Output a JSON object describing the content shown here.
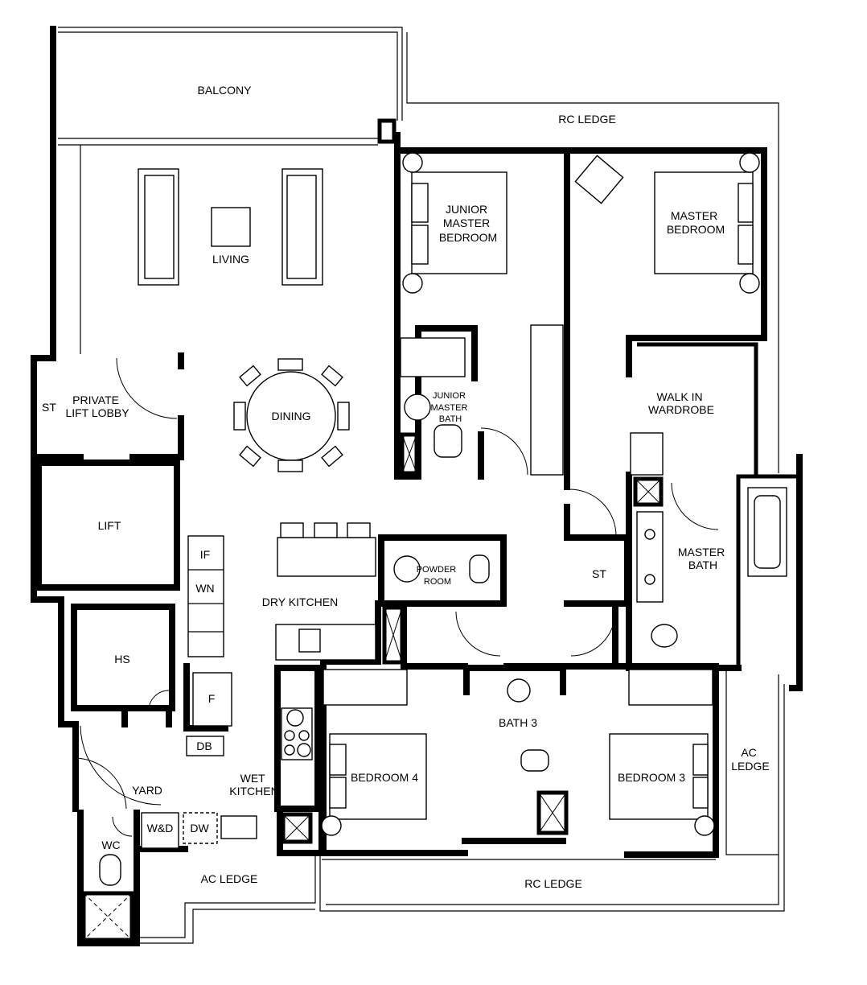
{
  "plan": {
    "rooms": {
      "balcony": "BALCONY",
      "rc_ledge_top": "RC LEDGE",
      "junior_master_bedroom": [
        "JUNIOR",
        "MASTER",
        "BEDROOM"
      ],
      "master_bedroom": [
        "MASTER",
        "BEDROOM"
      ],
      "living": "LIVING",
      "dining": "DINING",
      "private_lift_lobby": [
        "PRIVATE",
        "LIFT LOBBY"
      ],
      "st_lobby": "ST",
      "lift": "LIFT",
      "if": "IF",
      "wn": "WN",
      "dry_kitchen": "DRY KITCHEN",
      "powder_room": [
        "POWDER",
        "ROOM"
      ],
      "junior_master_bath": [
        "JUNIOR",
        "MASTER",
        "BATH"
      ],
      "walk_in_wardrobe": [
        "WALK IN",
        "WARDROBE"
      ],
      "master_bath": [
        "MASTER",
        "BATH"
      ],
      "st_corridor": "ST",
      "hs": "HS",
      "f": "F",
      "db": "DB",
      "bath_3": "BATH 3",
      "bedroom_4": "BEDROOM 4",
      "bedroom_3": "BEDROOM 3",
      "ac_ledge_right": [
        "AC",
        "LEDGE"
      ],
      "wet_kitchen": [
        "WET",
        "KITCHEN"
      ],
      "yard": "YARD",
      "wd": "W&D",
      "dw": "DW",
      "wc": "WC",
      "ac_ledge_bottom": "AC LEDGE",
      "rc_ledge_bottom": "RC LEDGE"
    }
  }
}
